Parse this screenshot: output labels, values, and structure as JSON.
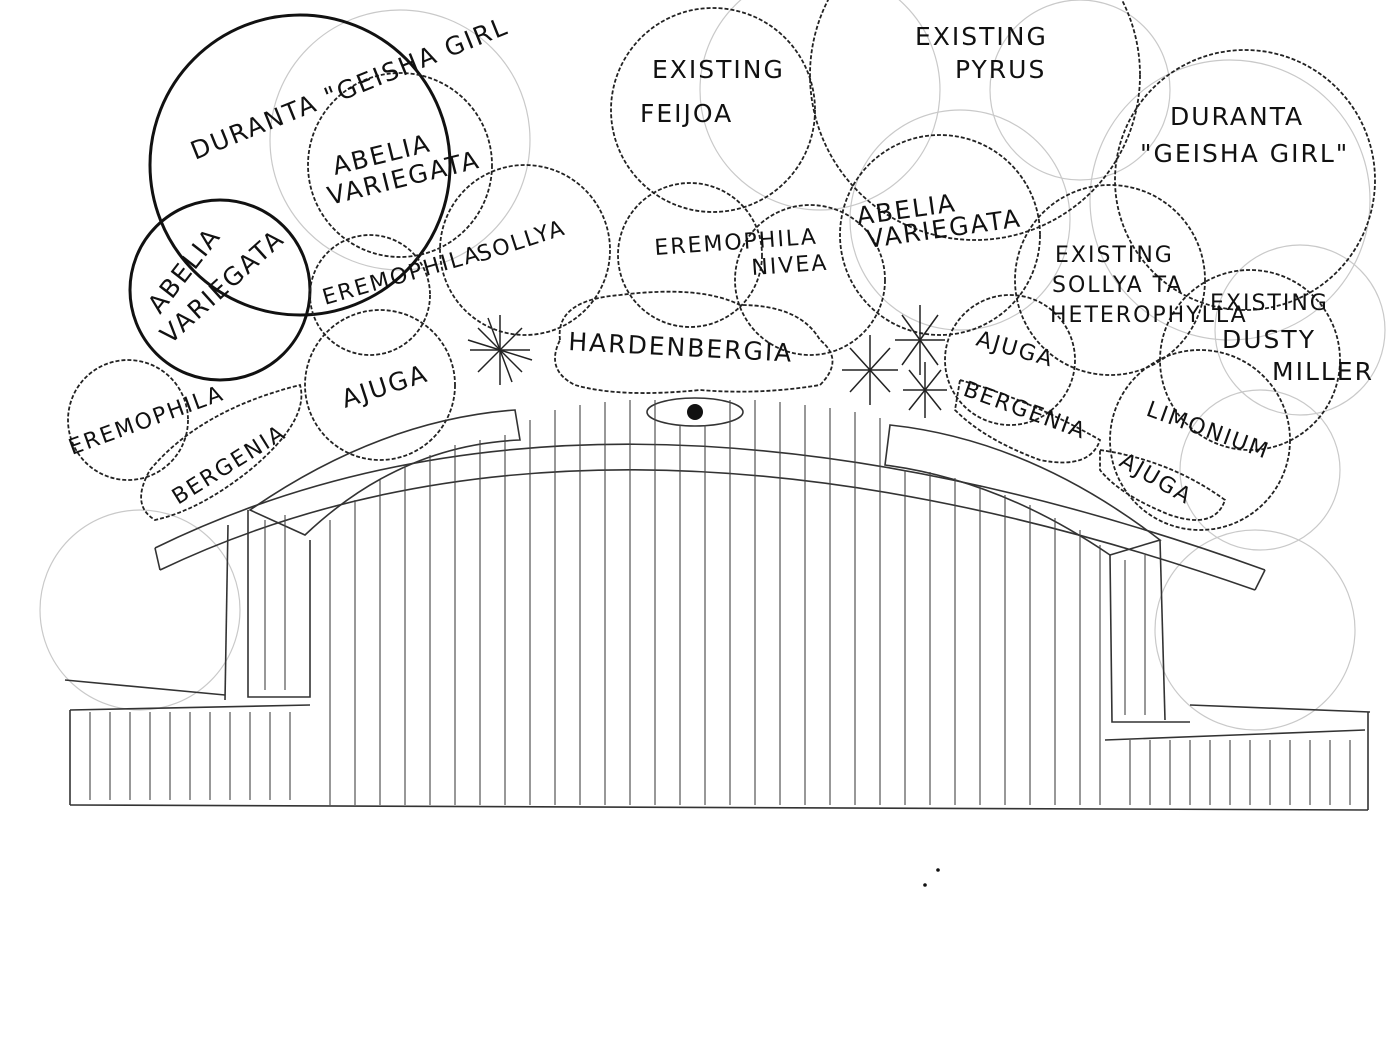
{
  "plants": {
    "duranta_left": "DURANTA \"GEISHA GIRL",
    "abelia_top_left_1": "ABELIA",
    "abelia_top_left_2": "VARIEGATA",
    "abelia_mid_left_1": "ABELIA",
    "abelia_mid_left_2": "VARIEGATA",
    "eremophila_left": "EREMOPHILA",
    "eremophila_far_left": "EREMOPHILA",
    "sollya_left": "SOLLYA",
    "ajuga_left": "AJUGA",
    "bergenia_left": "BERGENIA",
    "existing_feijoa_1": "EXISTING",
    "existing_feijoa_2": "FEIJOA",
    "existing_pyrus_1": "EXISTING",
    "existing_pyrus_2": "PYRUS",
    "eremophila_nivea_1": "EREMOPHILA",
    "eremophila_nivea_2": "NIVEA",
    "hardenbergia": "HARDENBERGIA",
    "abelia_right_1": "ABELIA",
    "abelia_right_2": "VARIEGATA",
    "duranta_right_1": "DURANTA",
    "duranta_right_2": "\"GEISHA GIRL\"",
    "existing_sollya_1": "EXISTING",
    "existing_sollya_2": "SOLLYA TA",
    "existing_sollya_3": "HETEROPHYLLA",
    "existing_dusty_1": "EXISTING",
    "existing_dusty_2": "DUSTY",
    "existing_dusty_3": "MILLER",
    "ajuga_right_top": "AJUGA",
    "bergenia_right": "BERGENIA",
    "limonium": "LIMONIUM",
    "ajuga_right_bottom": "AJUGA"
  },
  "colors": {
    "ink": "#111111",
    "pencil": "#c9c9c9",
    "paper": "#ffffff"
  }
}
